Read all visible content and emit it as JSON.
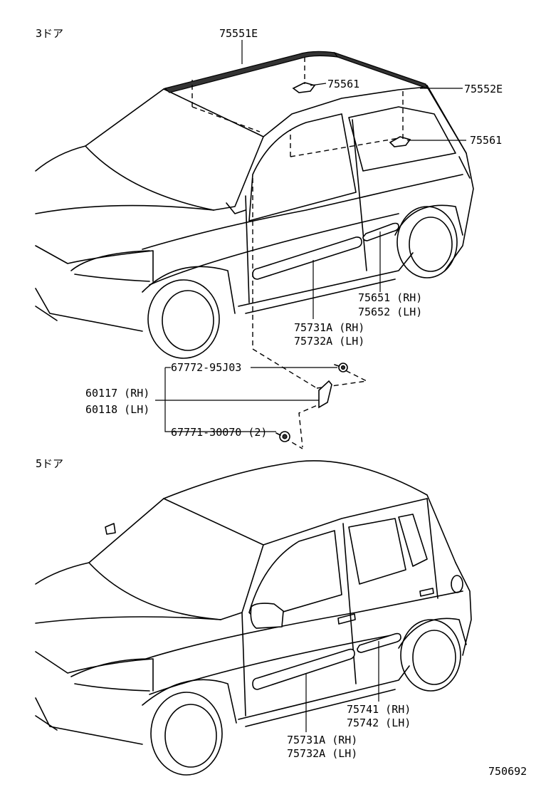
{
  "sections": {
    "three_door": "3ドア",
    "five_door": "5ドア"
  },
  "labels": {
    "p75551E": "75551E",
    "p75561_a": "75561",
    "p75552E": "75552E",
    "p75561_b": "75561",
    "p75651": "75651 (RH)",
    "p75652": "75652 (LH)",
    "p75731A_top": "75731A (RH)",
    "p75732A_top": "75732A (LH)",
    "p67772": "67772-95J03",
    "p60117": "60117 (RH)",
    "p60118": "60118 (LH)",
    "p67771": "67771-30070 (2)",
    "p75741": "75741 (RH)",
    "p75742": "75742 (LH)",
    "p75731A_bot": "75731A (RH)",
    "p75732A_bot": "75732A (LH)"
  },
  "figure_number": "750692"
}
